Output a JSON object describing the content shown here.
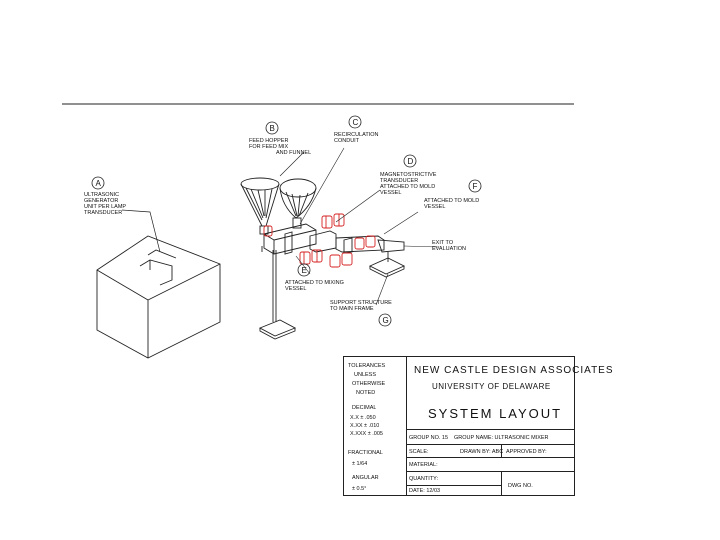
{
  "labels": {
    "A": "A",
    "B": "B",
    "C": "C",
    "D": "D",
    "E": "E",
    "F": "F",
    "G": "G",
    "a_text1": "ULTRASONIC",
    "a_text2": "GENERATOR",
    "a_text3": "UNIT PER LAMP",
    "a_text4": "TRANSDUCER",
    "b_text1": "FEED HOPPER",
    "b_text2": "FOR FEED MIX",
    "b_text3": "AND FUNNEL",
    "c_text1": "RECIRCULATION",
    "c_text2": "CONDUIT",
    "d_text1": "MAGNETOSTRICTIVE",
    "d_text2": "TRANSDUCER",
    "d_text3": "ATTACHED TO MOLD",
    "d_text4": "VESSEL",
    "e_text1": "ATTACHED TO MIXING",
    "e_text2": "VESSEL",
    "f_text1": "ATTACHED TO MOLD",
    "f_text2": "VESSEL",
    "g_text1": "SUPPORT STRUCTURE",
    "g_text2": "TO MAIN FRAME",
    "out_text1": "EXIT TO",
    "out_text2": "EVALUATION"
  },
  "title_block": {
    "tol1": "TOLERANCES",
    "tol2": "UNLESS",
    "tol3": "OTHERWISE",
    "tol4": "NOTED",
    "decimal": "DECIMAL",
    "dec1": "X.X  ± .050",
    "dec2": "X.XX  ± .010",
    "dec3": "X.XXX  ± .005",
    "fractional": "FRACTIONAL",
    "frac_val": "± 1/64",
    "angular": "ANGULAR",
    "ang_val": "± 0.5°",
    "company": "NEW CASTLE DESIGN ASSOCIATES",
    "university": "UNIVERSITY OF DELAWARE",
    "title": "SYSTEM LAYOUT",
    "group_no": "GROUP NO. 15",
    "group_name": "GROUP NAME: ULTRASONIC MIXER",
    "scale": "SCALE:",
    "drawn_by": "DRAWN BY: ABC",
    "approved_by": "APPROVED BY:",
    "material": "MATERIAL:",
    "quantity": "QUANTITY:",
    "date": "DATE: 12/03",
    "dwg_no": "DWG NO."
  }
}
